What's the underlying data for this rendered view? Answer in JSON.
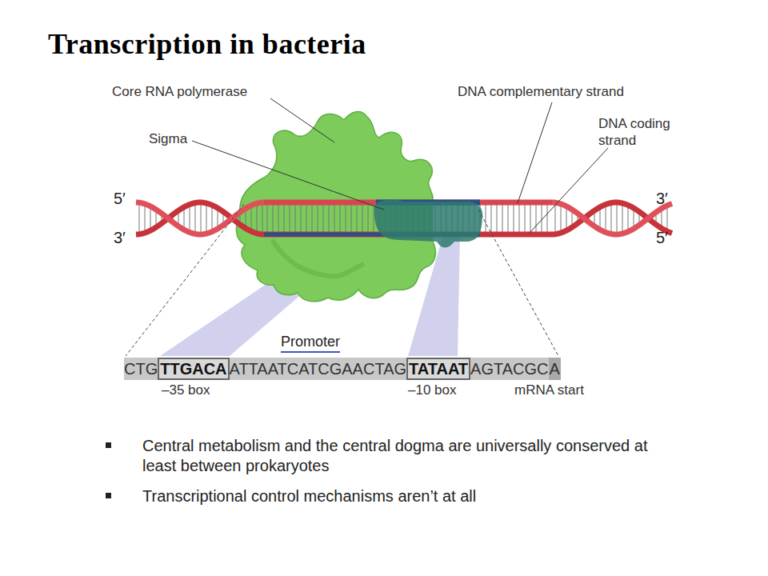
{
  "diagram": {
    "title": "Transcription in bacteria",
    "nodes": [
      {
        "text": [
          "TTGACA"
        ]
      },
      {
        "text": [
          "TATAAT"
        ]
      },
      {
        "text": [
          "A"
        ]
      }
    ],
    "labels": [
      "Core RNA polymerase",
      "Sigma",
      "DNA complementary strand",
      "DNA coding strand",
      "5′",
      "3′",
      "3′",
      "5′",
      "Promoter",
      "CTG",
      "ATTAATCATCGAACTAG",
      "AGTACGC",
      "–35 box",
      "–10 box",
      "mRNA start",
      "Central metabolism and the central dogma are universally conserved at least between prokaryotes",
      "Transcriptional control mechanisms aren’t at all"
    ]
  }
}
